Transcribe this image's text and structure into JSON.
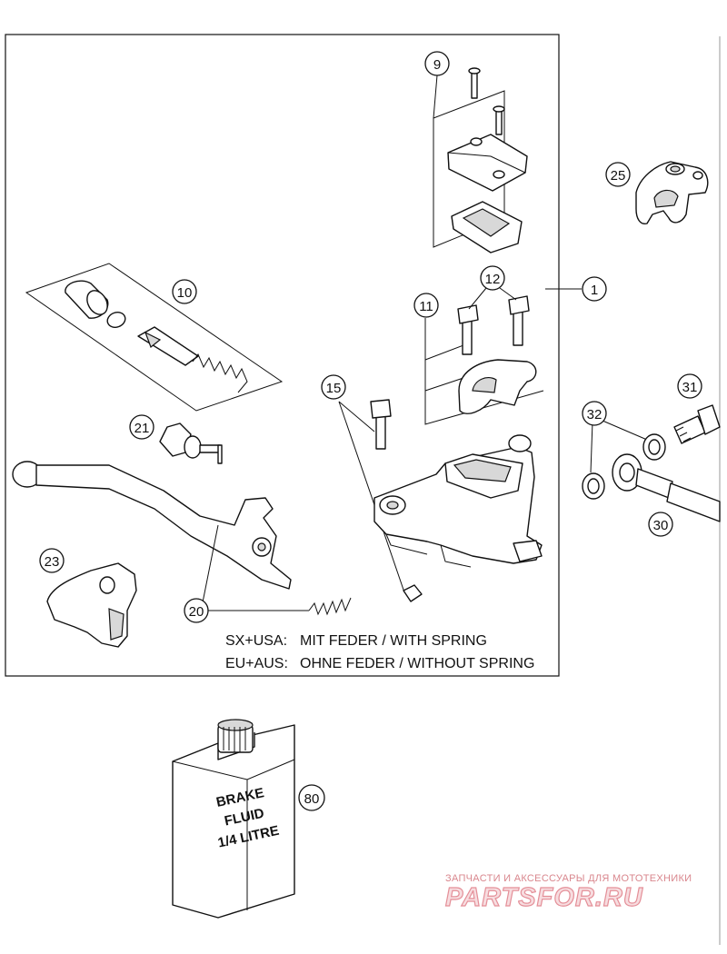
{
  "callouts": [
    "9",
    "25",
    "10",
    "12",
    "11",
    "1",
    "15",
    "21",
    "31",
    "32",
    "30",
    "23",
    "20",
    "80"
  ],
  "notes": {
    "line1_code": "SX+USA:",
    "line1_text": "MIT FEDER / WITH SPRING",
    "line2_code": "EU+AUS:",
    "line2_text": "OHNE FEDER / WITHOUT SPRING"
  },
  "fluid_can": {
    "label_lines": [
      "BRAKE",
      "FLUID",
      "1/4 LITRE"
    ]
  },
  "watermark": {
    "subtitle": "ЗАПЧАСТИ И АКСЕССУАРЫ ДЛЯ МОТОТЕХНИКИ",
    "logo": "PARTSFOR.RU"
  },
  "colors": {
    "line": "#111111",
    "watermark_pink": "#e48f98"
  }
}
